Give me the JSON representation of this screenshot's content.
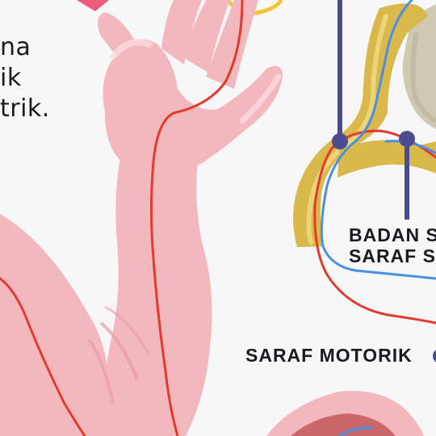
{
  "intro_lines": [
    "na",
    "ik",
    "trik."
  ],
  "labels": {
    "cell_body": [
      "BADAN S",
      "SARAF S"
    ],
    "motor_nerve": "SARAF MOTORIK"
  },
  "colors": {
    "background": "#f7f7f8",
    "skin": "#f3b8be",
    "skin_shadow": "#e89aa3",
    "motor_nerve": "#e23b2e",
    "sensory_nerve": "#4a90e2",
    "spinal_cord": "#d9b84c",
    "vertebra": "#cfc8b2",
    "indicator": "#4b4c8f",
    "highlight": "#f3c534"
  }
}
